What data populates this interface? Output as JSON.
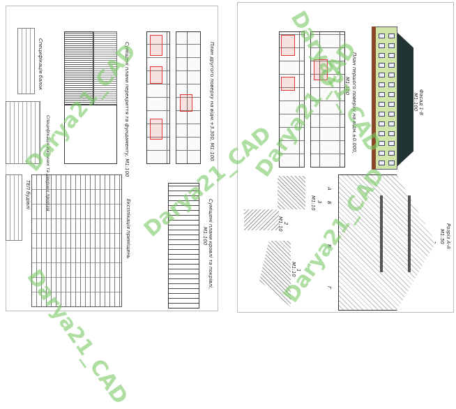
{
  "left_sheet": {
    "beam_spec_title": "Специфікація балок",
    "window_spec_title": "Специфікація віконних та дверних прорізів",
    "tep_title": "ТЕП будівлі",
    "explication_title": "Експлікація приміщень",
    "foundation_plan_title": "Суміщені плани перекриття та фундаменту, М1:100",
    "second_floor_title": "План другого поверху на відм.+3.300, М1:100",
    "roof_plan_title": "Суміщені плани кровлі та покрівлі,",
    "roof_plan_scale": "М1:100"
  },
  "right_sheet": {
    "first_floor_title": "План першого поверху на відм.±0.000,",
    "first_floor_scale": "М1:100",
    "facade_title": "Фасад 1-8",
    "facade_scale": "М1:100",
    "section_title": "Розріз А-А",
    "section_scale": "М1:50",
    "details": [
      {
        "num": "1",
        "scale": "М1:10"
      },
      {
        "num": "2",
        "scale": "М1:10"
      },
      {
        "num": "3",
        "scale": "М1:10"
      }
    ],
    "axes": [
      "А",
      "Б",
      "В",
      "Г"
    ]
  },
  "watermark": "Darya21_CAD",
  "colors": {
    "watermark": "#78c864",
    "facade": "#cfe6a8",
    "roof": "#223333",
    "highlight": "#dd3333"
  }
}
